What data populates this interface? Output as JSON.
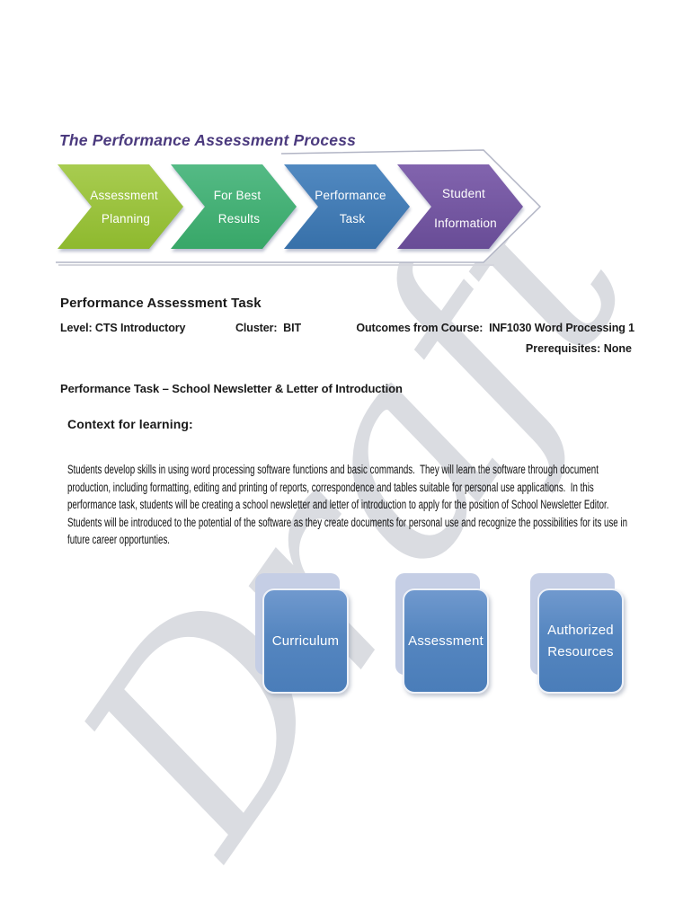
{
  "watermark": {
    "text": "Draft",
    "color": "#bcbfc9"
  },
  "process_diagram": {
    "title": "The Performance Assessment Process",
    "title_color": "#4b3a7e",
    "steps": [
      {
        "label_line1": "Assessment",
        "label_line2": "Planning",
        "color": "#9ac13d"
      },
      {
        "label_line1": "For Best",
        "label_line2": "Results",
        "color": "#44b277"
      },
      {
        "label_line1": "Performance",
        "label_line2": "Task",
        "color": "#4180ba"
      },
      {
        "label_line1": "Student",
        "label_line2": "Information",
        "color": "#7757a4"
      }
    ]
  },
  "task_header": {
    "title": "Performance Assessment Task",
    "level": "Level: CTS Introductory",
    "cluster": "Cluster:  BIT",
    "outcomes": "Outcomes from Course:  INF1030 Word Processing 1",
    "prerequisites": "Prerequisites: None"
  },
  "performance_task_heading": "Performance Task – School Newsletter & Letter of Introduction",
  "context_section": {
    "heading": "Context for learning:",
    "body_lines": [
      "Students develop skills in using word processing software functions and basic commands.  They will learn the software through document",
      "production, including formatting, editing and printing of reports, correspondence and tables suitable for personal use applications.  In this",
      "performance task, students will be creating a school newsletter and letter of introduction to apply for the position of School Newsletter Editor.",
      "Students will be introduced to the potential of the software as they create documents for personal use and recognize the possibilities for its use in",
      "future career opportunties."
    ]
  },
  "resource_cards": [
    {
      "label": "Curriculum",
      "color": "#4e81bd"
    },
    {
      "label": "Assessment",
      "color": "#4e81bd"
    },
    {
      "label": "Authorized Resources",
      "color": "#4e81bd"
    }
  ]
}
